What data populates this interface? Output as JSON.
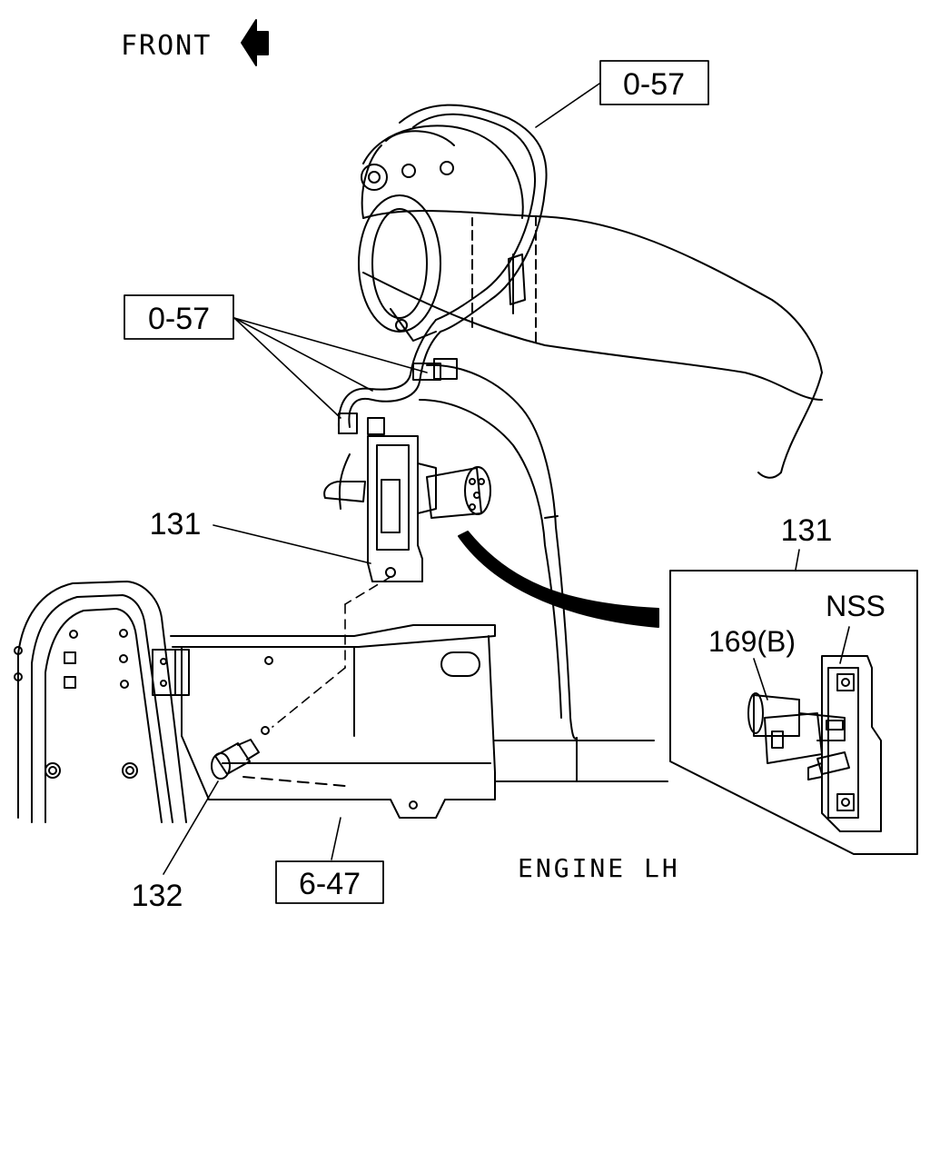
{
  "labels": {
    "front": "FRONT",
    "ref_top": "0-57",
    "ref_clips": "0-57",
    "part_131_main": "131",
    "part_132": "132",
    "ref_bottom": "6-47",
    "engine": "ENGINE LH",
    "part_131_inset": "131",
    "nss": "NSS",
    "part_169": "169(B)"
  },
  "colors": {
    "line": "#000000",
    "background": "#ffffff"
  }
}
